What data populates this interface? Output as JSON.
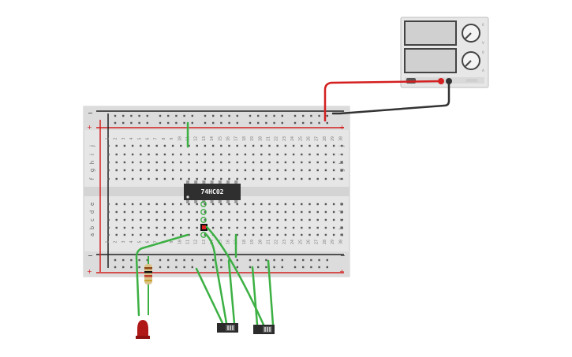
{
  "breadboard": {
    "rail_top_minus": "−",
    "rail_top_plus": "+",
    "rail_bottom_minus": "−",
    "rail_bottom_plus": "+",
    "column_numbers": [
      "1",
      "2",
      "3",
      "4",
      "5",
      "6",
      "7",
      "8",
      "9",
      "10",
      "11",
      "12",
      "13",
      "14",
      "15",
      "16",
      "17",
      "18",
      "19",
      "20",
      "21",
      "22",
      "23",
      "24",
      "25",
      "26",
      "27",
      "28",
      "29",
      "30"
    ],
    "row_letters_top": [
      "j",
      "i",
      "h",
      "g",
      "f"
    ],
    "row_letters_bottom": [
      "e",
      "d",
      "c",
      "b",
      "a"
    ]
  },
  "chip": {
    "label": "74HC02"
  },
  "power_supply": {
    "knob1_labels": [
      "0",
      "30",
      "V"
    ],
    "knob2_labels": [
      "0",
      "5",
      "A"
    ]
  },
  "colors": {
    "wire": "#3cb043",
    "wire_red": "#d42020",
    "wire_black": "#333333",
    "rail_red": "#d42020",
    "rail_black": "#222222",
    "led": "#b01818",
    "chip": "#2f2f2f",
    "board": "#e6e6e6"
  }
}
